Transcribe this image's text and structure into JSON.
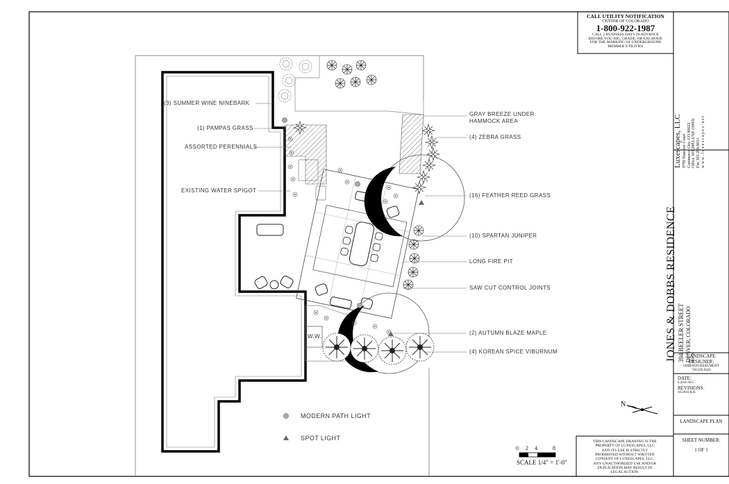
{
  "utility": {
    "title": "CALL UTILITY NOTIFICATION",
    "subtitle": "CENTER OF COLORADO",
    "phone": "1-800-922-1987",
    "line1": "CALL 2 BUSINESS DAYS IN ADVANCE",
    "line2": "BEFORE YOU DIG, GRADE, OR EXCAVATE",
    "line3": "FOR THE MARKING OF UNDERGROUND",
    "line4": "MEMBER UTILITIES"
  },
  "company": {
    "name": "Luxescapes, LLC",
    "address1": "9799 Hanover Court",
    "address2": "Commerce City, CO 80022",
    "office": "Office 303.288.LUXE (5893)",
    "fax": "Fax 303.288.9031",
    "web": "w w w . l u x e s c a p e s . n e t"
  },
  "project": {
    "title": "JONES & DOBBS RESIDENCE",
    "street": "394 BEELER STREET",
    "city": "DENVER, COLORADO",
    "zip": "80220"
  },
  "title_block": {
    "designer_label": "LANDSCAPE DESIGNER:",
    "designer_name": "JAMESON BEAUMONT",
    "designer_phone": "720.939.9456",
    "date_label": "DATE:",
    "date_value": "6.2016  W.C.",
    "revisions_label": "REVISIONS:",
    "revision_1": "10.2016  R.B.",
    "plan_label": "LANDSCAPE PLAN",
    "sheet_label": "SHEET NUMBER:",
    "sheet_num": "1",
    "sheet_of": "OF",
    "sheet_total": "1"
  },
  "disclaimer": {
    "line1": "THIS LANDSCAPE DRAWING IS THE",
    "line2": "PROPERTY OF LUXESCAPES, LLC",
    "line3": "AND ITS USE IS STRICTLY",
    "line4": "PROHIBITED WITHOUT WRITTEN",
    "line5": "CONSENT OF LUXESCAPES, LLC.",
    "line6": "ANY UNAUTHORIZED USE AND/OR",
    "line7": "DUPLICATION MAY RESULT IN",
    "line8": "LEGAL ACTION."
  },
  "scale": {
    "ticks": [
      "0",
      "2",
      "4",
      "8"
    ],
    "label": "SCALE 1/4\" = 1'-0\""
  },
  "north_label": "N",
  "plan_labels": {
    "ninebark": "(3) SUMMER WINE NINEBARK",
    "pampas": "(1) PAMPAS GRASS",
    "perennials": "ASSORTED PERENNIALS",
    "spigot": "EXISTING WATER SPIGOT",
    "breeze": "GRAY BREEZE UNDER",
    "breeze2": "HAMMOCK AREA",
    "zebra": "(4) ZEBRA GRASS",
    "feather": "(16) FEATHER REED GRASS",
    "juniper": "(10) SPARTAN JUNIPER",
    "firepit": "LONG FIRE PIT",
    "joints": "SAW CUT CONTROL JOINTS",
    "maple": "(2) AUTUMN BLAZE MAPLE",
    "viburnum": "(4) KOREAN SPICE VIBURNUM",
    "ww": "W.W."
  },
  "legend": {
    "path_light": "MODERN PATH LIGHT",
    "spot_light": "SPOT LIGHT"
  }
}
